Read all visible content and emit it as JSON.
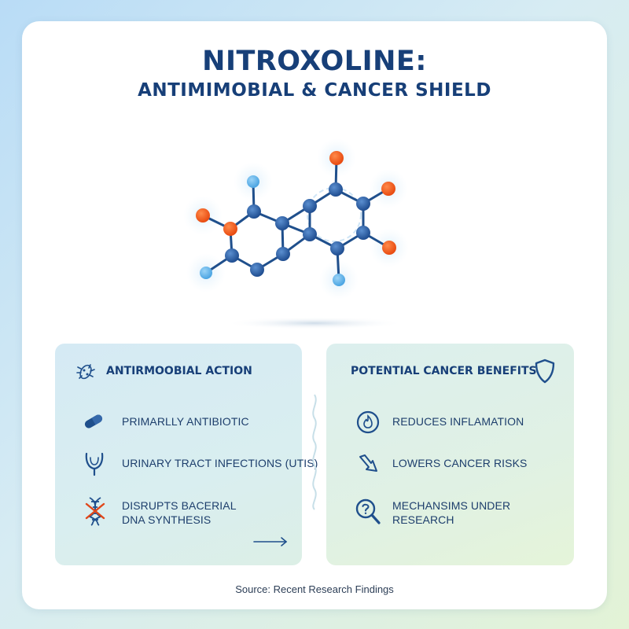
{
  "header": {
    "title": "NITROXOLINE:",
    "subtitle": "ANTIMIMOBIAL & CANCER SHIELD"
  },
  "left_panel": {
    "heading": "ANTIRMOOBIAL ACTION",
    "heading_icon": "bacterium-icon",
    "items": [
      {
        "icon": "capsule-icon",
        "text": "PRIMARLLY ANTIBIOTIC"
      },
      {
        "icon": "bladder-icon",
        "text": "URINARY TRACT INFECTIONS (UTIS)"
      },
      {
        "icon": "dna-blocked-icon",
        "lines": [
          "DISRUPTS BACERIAL",
          "DNA SYNTHESIS"
        ]
      }
    ],
    "arrow_icon": "arrow-right-icon"
  },
  "right_panel": {
    "heading": "POTENTIAL CANCER BENEFITS",
    "heading_icon": "shield-icon",
    "items": [
      {
        "icon": "flame-circle-icon",
        "text": "REDUCES INFLAMATION"
      },
      {
        "icon": "arrow-down-right-icon",
        "text": "LOWERS CANCER RISKS"
      },
      {
        "icon": "magnifier-question-icon",
        "lines": [
          "MECHANSIMS UNDER",
          "RESEARCH"
        ]
      }
    ]
  },
  "footer": {
    "source": "Source: Recent Research Findings"
  },
  "colors": {
    "navy": "#173f78",
    "node_blue": "#2f5fa5",
    "node_orange": "#f05a1a",
    "node_light_blue": "#5bb2ea",
    "bond": "#1f4f8c"
  }
}
